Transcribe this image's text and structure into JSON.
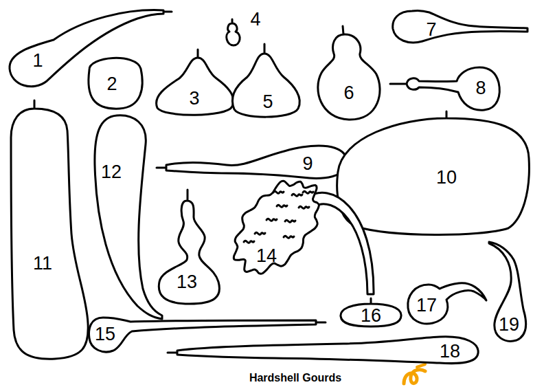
{
  "diagram": {
    "caption": "Hardshell Gourds",
    "nodes": [
      {
        "text": [
          "1"
        ]
      },
      {
        "text": [
          "2"
        ]
      },
      {
        "text": [
          "3"
        ]
      },
      {
        "text": [
          "4"
        ]
      },
      {
        "text": [
          "5"
        ]
      },
      {
        "text": [
          "6"
        ]
      },
      {
        "text": [
          "7"
        ]
      },
      {
        "text": [
          "8"
        ]
      },
      {
        "text": [
          "9"
        ]
      },
      {
        "text": [
          "10"
        ]
      },
      {
        "text": [
          "11"
        ]
      },
      {
        "text": [
          "12"
        ]
      },
      {
        "text": [
          "13"
        ]
      },
      {
        "text": [
          "14"
        ]
      },
      {
        "text": [
          "15"
        ]
      },
      {
        "text": [
          "16"
        ]
      },
      {
        "text": [
          "17"
        ]
      },
      {
        "text": [
          "18"
        ]
      },
      {
        "text": [
          "19"
        ]
      }
    ]
  }
}
